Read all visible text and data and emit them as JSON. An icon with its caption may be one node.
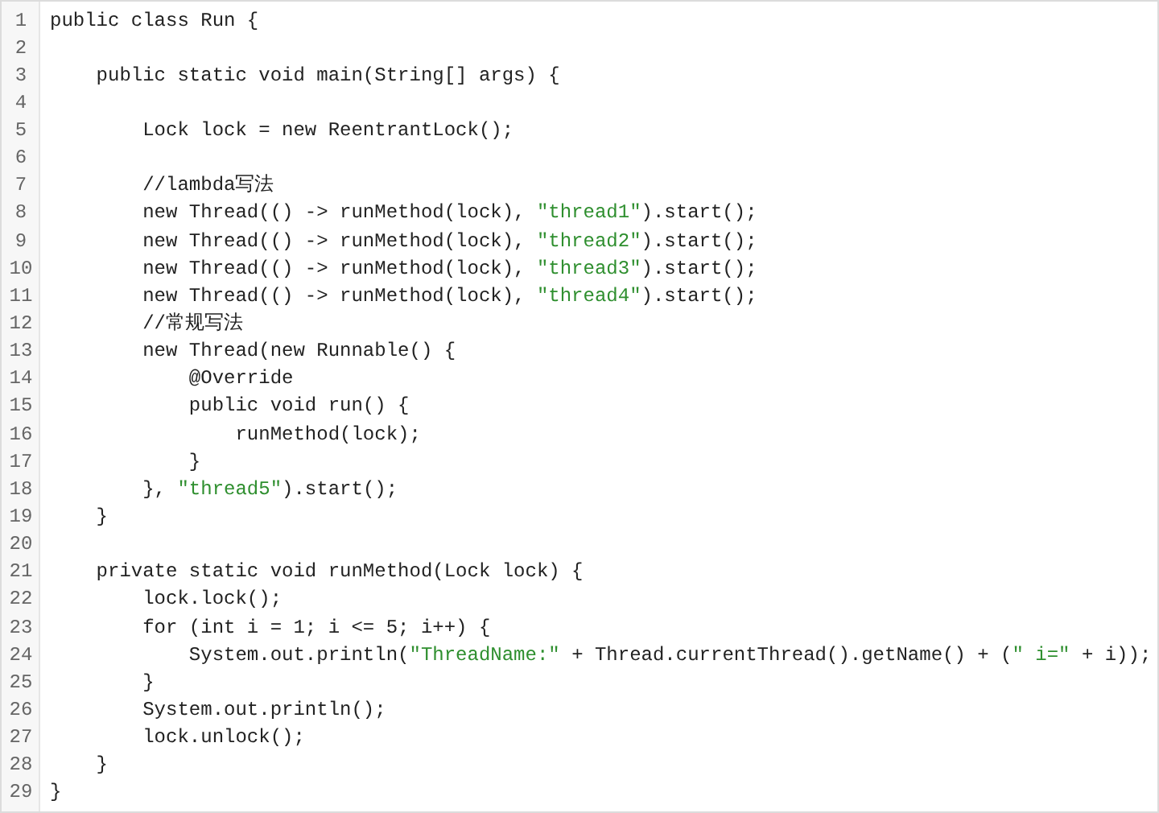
{
  "diagram": {
    "labels": [
      "1",
      "public class Run {",
      "2",
      "3",
      "    public static void main(String[] args) {",
      "4",
      "5",
      "        Lock lock = new ReentrantLock();",
      "6",
      "7",
      "        //lambda写法",
      "8",
      "        new Thread(() -> runMethod(lock), \"thread1\").start();",
      "9",
      "        new Thread(() -> runMethod(lock), \"thread2\").start();",
      "10",
      "        new Thread(() -> runMethod(lock), \"thread3\").start();",
      "11",
      "        new Thread(() -> runMethod(lock), \"thread4\").start();",
      "12",
      "        //常规写法",
      "13",
      "        new Thread(new Runnable() {",
      "14",
      "            @Override",
      "15",
      "            public void run() {",
      "16",
      "                runMethod(lock);",
      "17",
      "            }",
      "18",
      "        }, \"thread5\").start();",
      "19",
      "    }",
      "20",
      "21",
      "    private static void runMethod(Lock lock) {",
      "22",
      "        lock.lock();",
      "23",
      "        for (int i = 1; i <= 5; i++) {",
      "24",
      "            System.out.println(\"ThreadName:\" + Thread.currentThread().getName() + (\" i=\" + i));",
      "25",
      "        }",
      "26",
      "        System.out.println();",
      "27",
      "        lock.unlock();",
      "28",
      "    }",
      "29",
      "}"
    ]
  }
}
